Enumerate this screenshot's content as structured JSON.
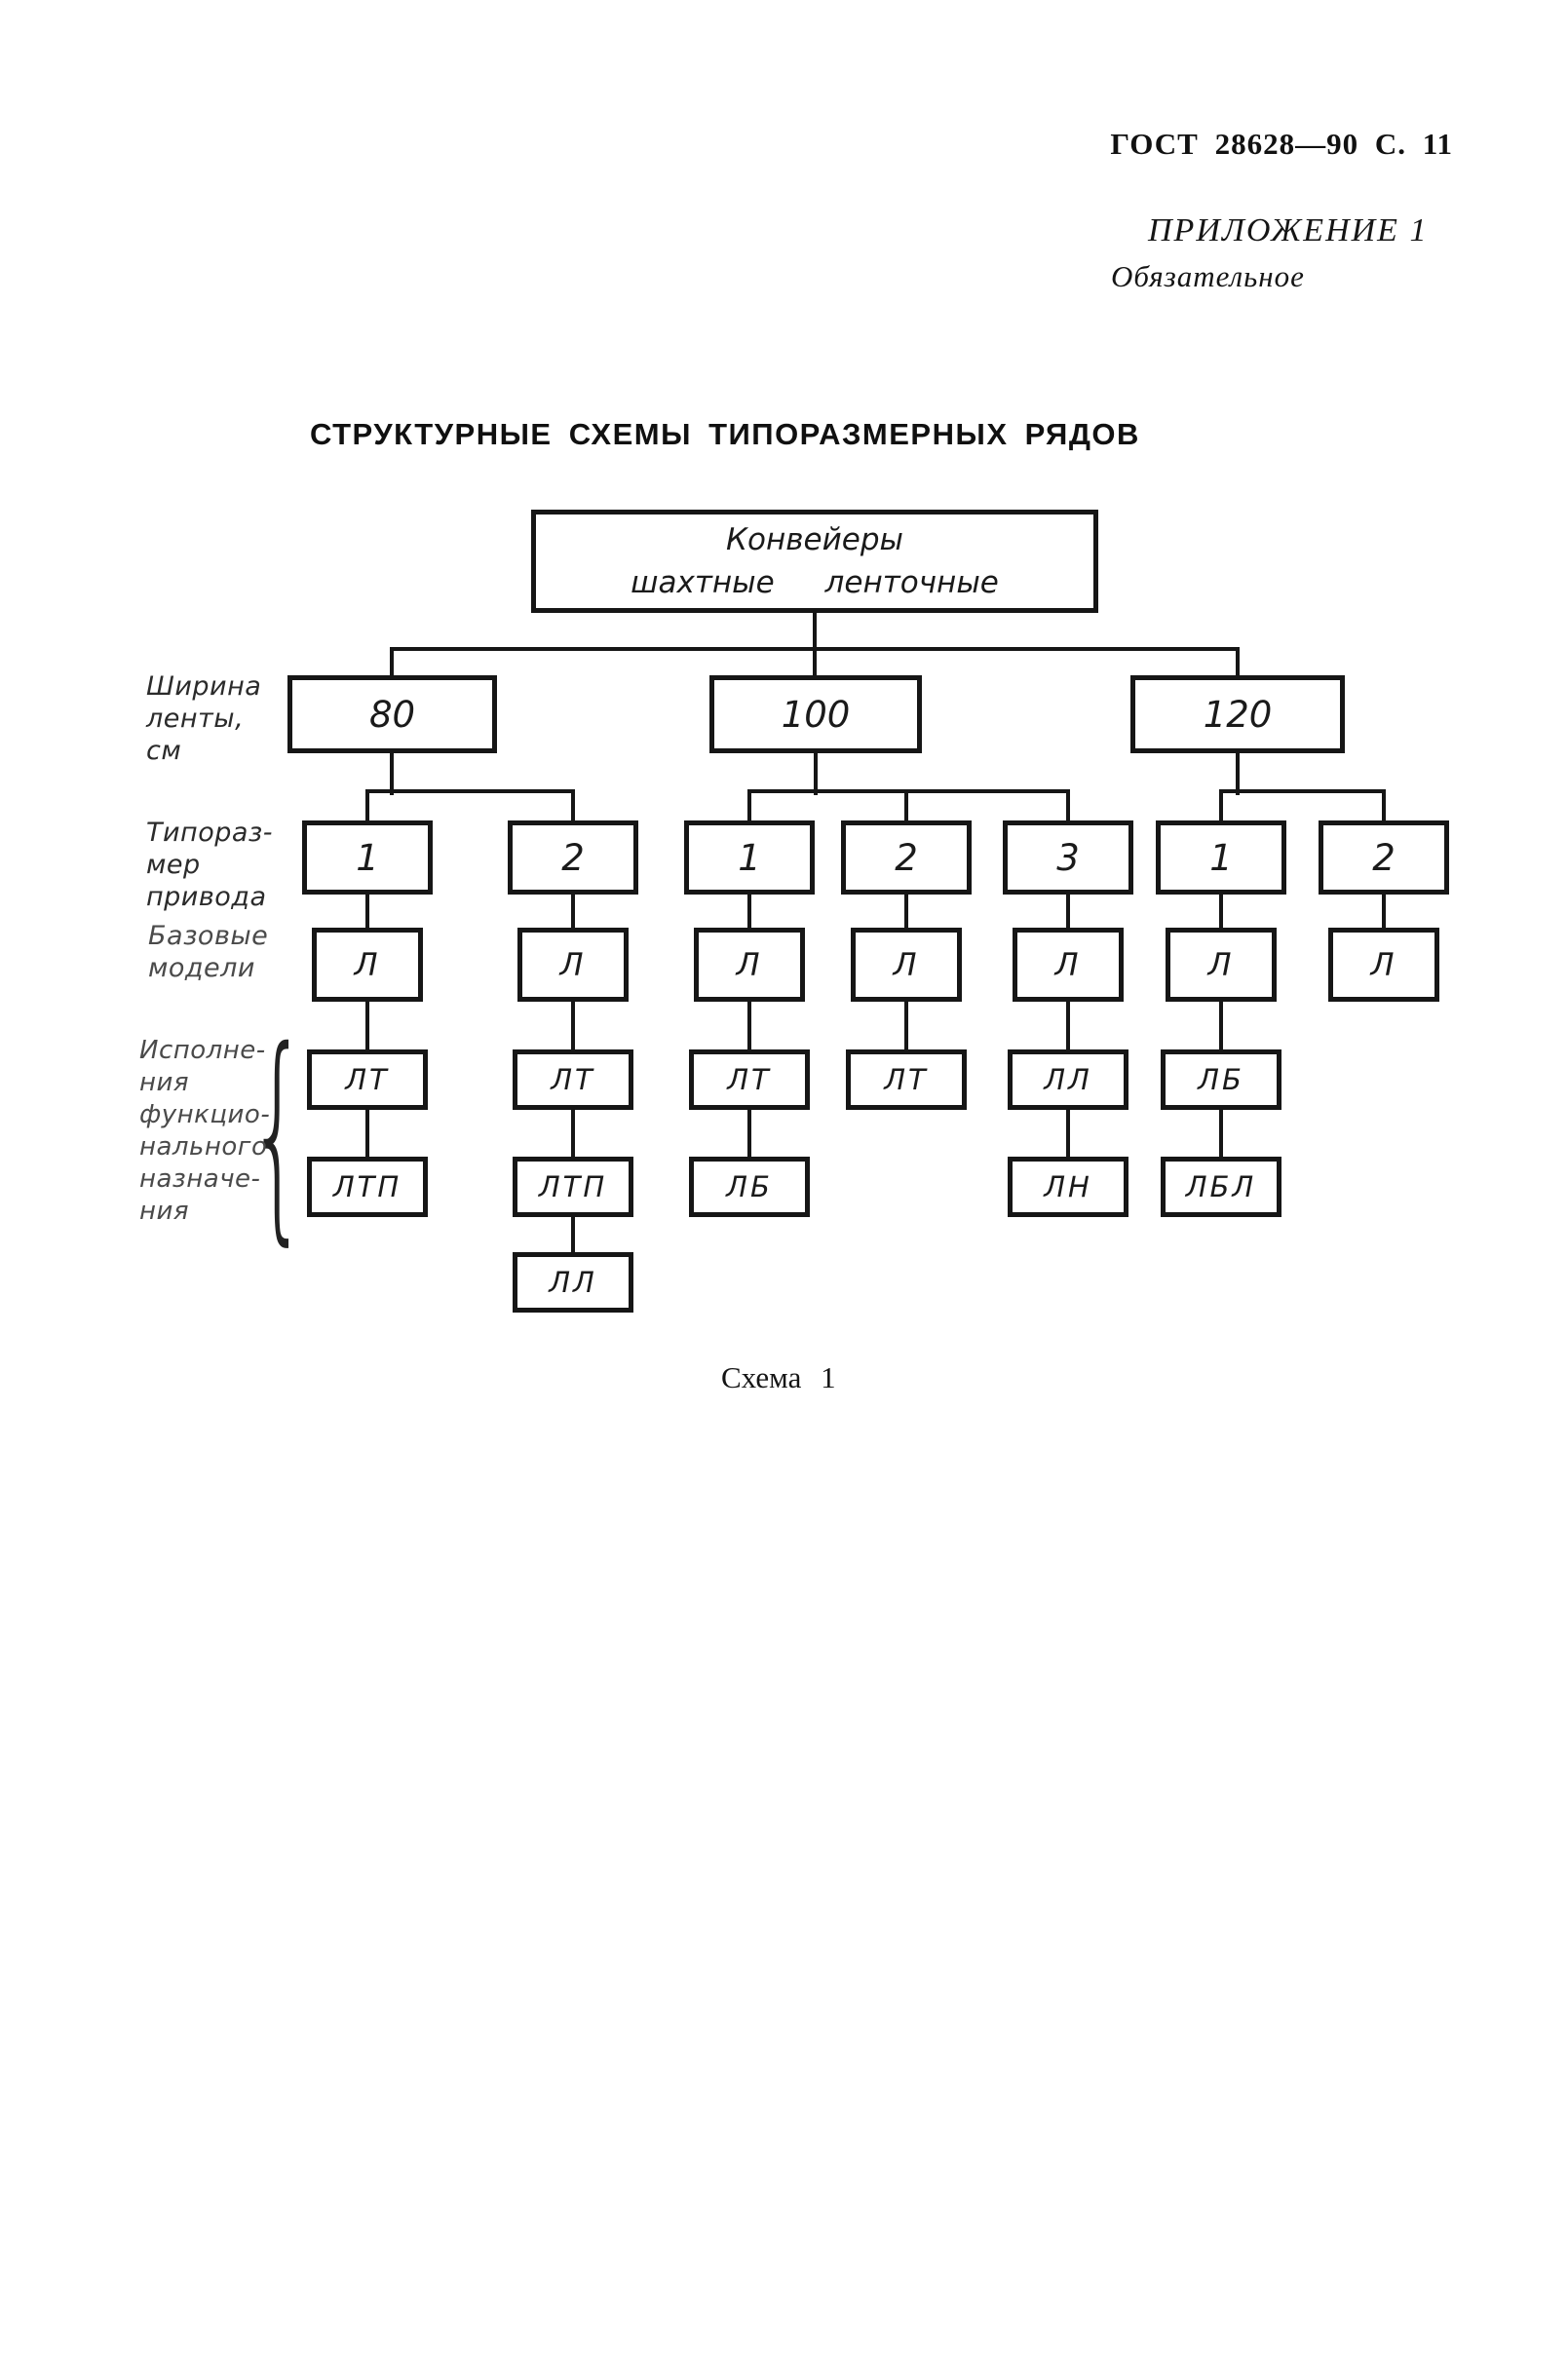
{
  "page": {
    "header": "ГОСТ 28628—90 С. 11",
    "appendix": {
      "title": "ПРИЛОЖЕНИЕ 1",
      "subtitle": "Обязательное"
    },
    "section_title": "СТРУКТУРНЫЕ СХЕМЫ ТИПОРАЗМЕРНЫХ РЯДОВ",
    "caption": "Схема 1"
  },
  "diagram": {
    "root": {
      "line1": "Конвейеры",
      "line2": "шахтные ленточные"
    },
    "row_labels": {
      "belt_width": [
        "Ширина",
        "ленты,",
        "см"
      ],
      "drive_size": [
        "Типораз-",
        "мер",
        "привода"
      ],
      "base_models": [
        "Базовые",
        "модели"
      ],
      "functional": [
        "Исполне-",
        "ния",
        "функцио-",
        "нального",
        "назначе-",
        "ния"
      ]
    },
    "belt_widths": [
      "80",
      "100",
      "120"
    ],
    "drive_numbers": [
      "1",
      "2",
      "1",
      "2",
      "3",
      "1",
      "2"
    ],
    "base_model": [
      "Л",
      "Л",
      "Л",
      "Л",
      "Л",
      "Л",
      "Л"
    ],
    "functional_models": [
      [
        "ЛТ",
        "ЛТП"
      ],
      [
        "ЛТ",
        "ЛТП",
        "ЛЛ"
      ],
      [
        "ЛТ",
        "ЛБ"
      ],
      [
        "ЛТ"
      ],
      [
        "ЛЛ",
        "ЛН"
      ],
      [
        "ЛБ",
        "ЛБЛ"
      ],
      []
    ]
  }
}
